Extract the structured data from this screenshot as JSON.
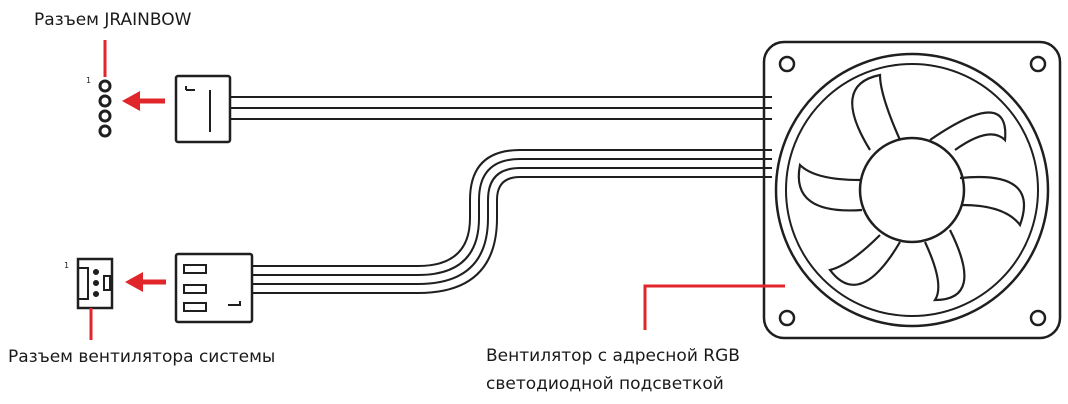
{
  "labels": {
    "jrainbow_connector": "Разъем JRAINBOW",
    "system_fan_connector": "Разъем вентилятора системы",
    "fan_line1": "Вентилятор с адресной RGB",
    "fan_line2": "светодиодной подсветкой"
  },
  "pin_marks": {
    "jrainbow_pin1": "1",
    "fan_pin1": "1"
  },
  "colors": {
    "accent_red": "#e0262b",
    "line": "#1f1f1f",
    "background": "#ffffff"
  }
}
